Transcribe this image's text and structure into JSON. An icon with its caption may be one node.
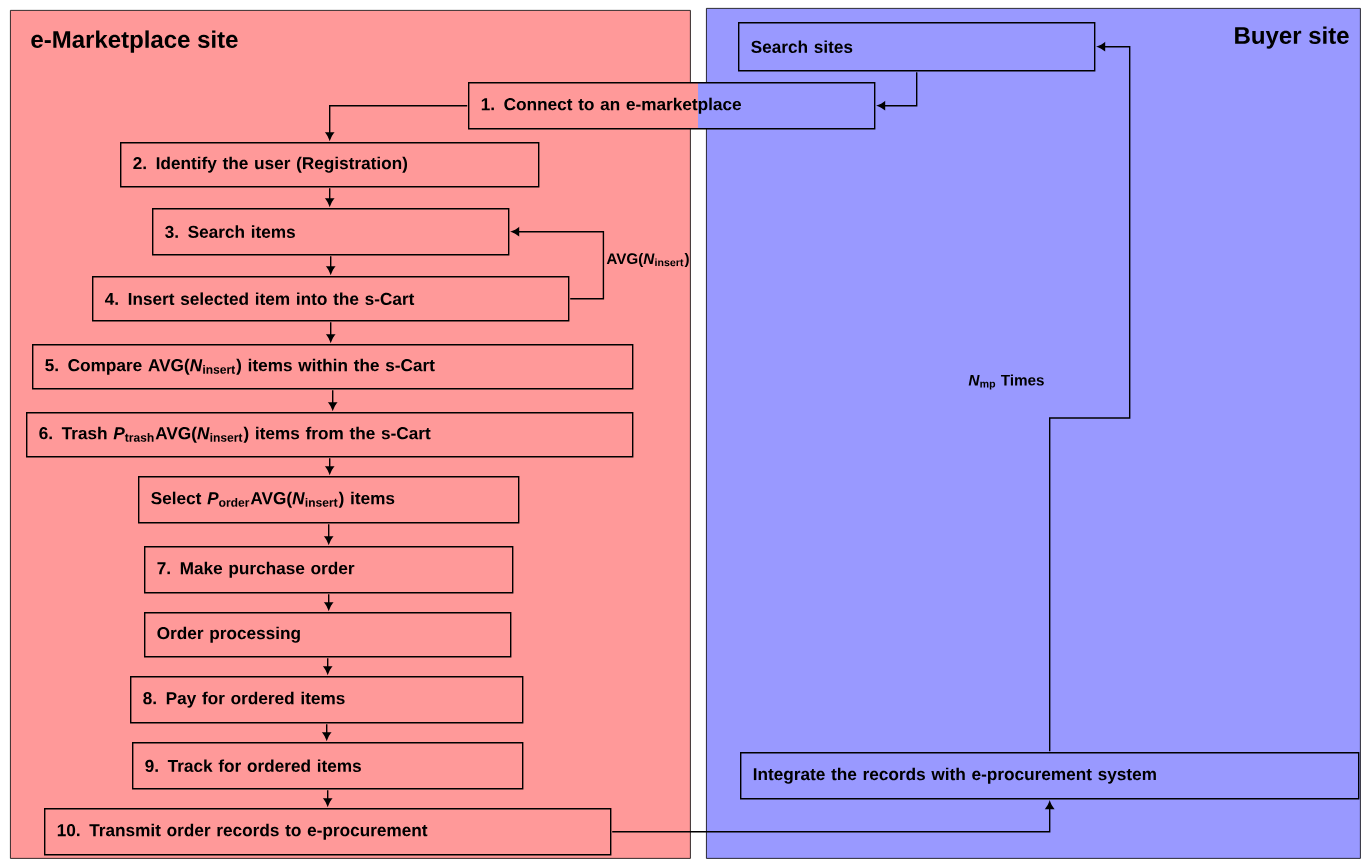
{
  "diagram": {
    "nodes": [
      {
        "text": [
          "e-Marketplace site"
        ]
      },
      {
        "text": [
          "Buyer site"
        ]
      },
      {
        "text": [
          "Search sites"
        ],
        "in": 1
      },
      {
        "text": [
          "1. Connect to an e-marketplace"
        ]
      },
      {
        "text": [
          "2. Identify the user (Registration)"
        ],
        "in": 0
      },
      {
        "text": [
          "3. Search items"
        ],
        "in": 0
      },
      {
        "text": [
          "4. Insert selected item into the s-Cart"
        ],
        "in": 0
      },
      {
        "text": [
          "5. Compare AVG(*N*$_{insert}$) items within the s-Cart"
        ],
        "in": 0
      },
      {
        "text": [
          "6. Trash *P*$_{trash}$AVG(*N*$_{insert}$) items from the s-Cart"
        ],
        "in": 0
      },
      {
        "text": [
          "Select *P*$_{order}$AVG(*N*$_{insert}$) items"
        ],
        "in": 0
      },
      {
        "text": [
          "7. Make purchase order"
        ],
        "in": 0
      },
      {
        "text": [
          "Order processing"
        ],
        "in": 0
      },
      {
        "text": [
          "8. Pay for ordered items"
        ],
        "in": 0
      },
      {
        "text": [
          "9. Track for ordered items"
        ],
        "in": 0
      },
      {
        "text": [
          "10. Transmit order records to e-procurement"
        ],
        "in": 0
      },
      {
        "text": [
          "Integrate the records with e-procurement system"
        ],
        "in": 1
      }
    ],
    "edges": [
      {
        "from": 2,
        "to": 3,
        "arrow": "to"
      },
      {
        "from": 3,
        "to": 4,
        "arrow": "to"
      },
      {
        "from": 4,
        "to": 5,
        "arrow": "to"
      },
      {
        "from": 5,
        "to": 6,
        "arrow": "to"
      },
      {
        "from": 6,
        "to": 5,
        "arrow": "to",
        "label": "AVG(*N*$_{insert}$)"
      },
      {
        "from": 6,
        "to": 7,
        "arrow": "to"
      },
      {
        "from": 7,
        "to": 8,
        "arrow": "to"
      },
      {
        "from": 8,
        "to": 9,
        "arrow": "to"
      },
      {
        "from": 9,
        "to": 10,
        "arrow": "to"
      },
      {
        "from": 10,
        "to": 11,
        "arrow": "to"
      },
      {
        "from": 11,
        "to": 12,
        "arrow": "to"
      },
      {
        "from": 12,
        "to": 13,
        "arrow": "to"
      },
      {
        "from": 13,
        "to": 14,
        "arrow": "to"
      },
      {
        "from": 14,
        "to": 15,
        "arrow": "to"
      },
      {
        "from": 15,
        "to": 2,
        "arrow": "to",
        "label": "*N*$_{mp}$ Times"
      }
    ]
  }
}
